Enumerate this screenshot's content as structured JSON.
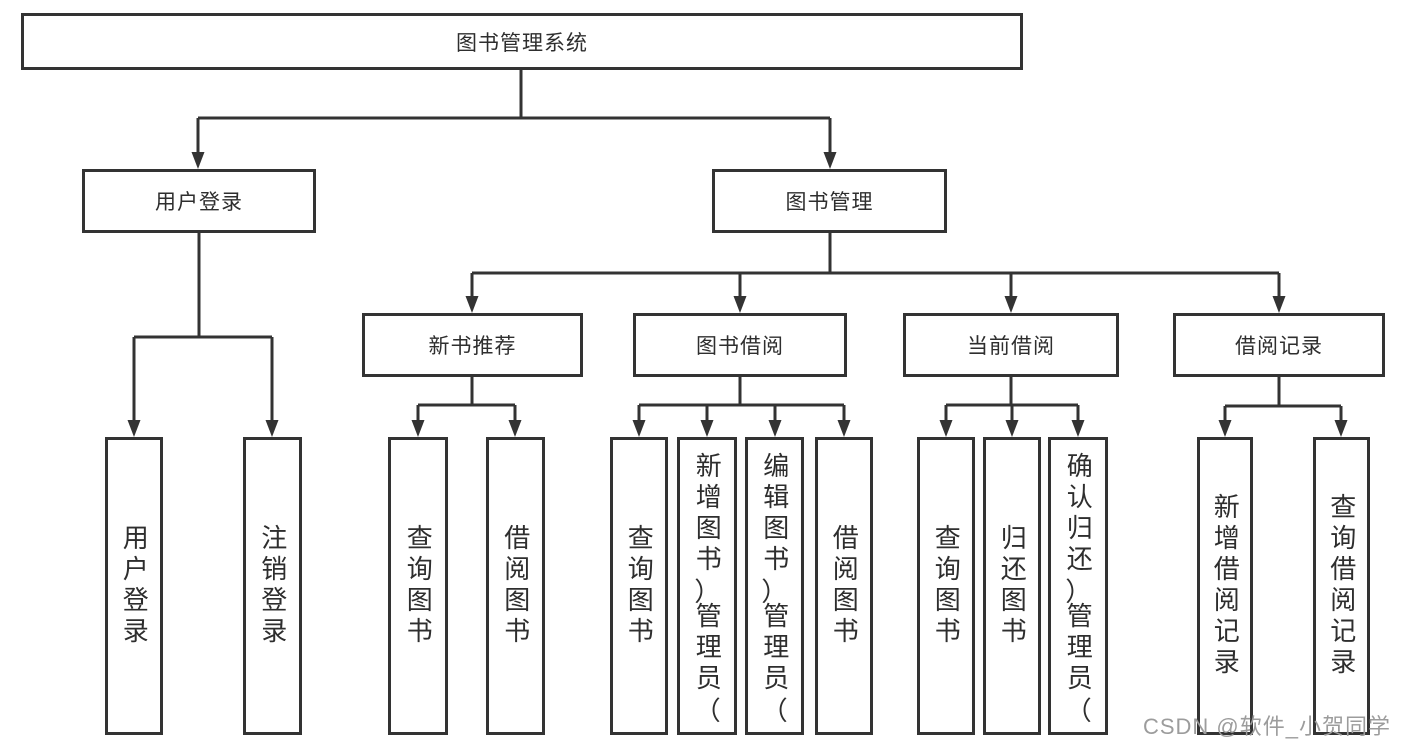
{
  "colors": {
    "line": "#333333",
    "text": "#2e2e2e",
    "watermark": "#9c9c9c",
    "background": "#ffffff"
  },
  "diagram": {
    "root": {
      "label": "图书管理系统"
    },
    "level2": [
      {
        "label": "用户登录"
      },
      {
        "label": "图书管理"
      }
    ],
    "level3": [
      {
        "label": "新书推荐"
      },
      {
        "label": "图书借阅"
      },
      {
        "label": "当前借阅"
      },
      {
        "label": "借阅记录"
      }
    ],
    "leaves": [
      {
        "label": "用户登录"
      },
      {
        "label": "注销登录"
      },
      {
        "label": "查询图书"
      },
      {
        "label": "借阅图书"
      },
      {
        "label": "查询图书"
      },
      {
        "label": "新增图书（管理员）"
      },
      {
        "label": "编辑图书（管理员）"
      },
      {
        "label": "借阅图书"
      },
      {
        "label": "查询图书"
      },
      {
        "label": "归还图书"
      },
      {
        "label": "确认归还（管理员）"
      },
      {
        "label": "新增借阅记录"
      },
      {
        "label": "查询借阅记录"
      }
    ]
  },
  "watermark": {
    "text": "CSDN @软件_小贺同学"
  }
}
